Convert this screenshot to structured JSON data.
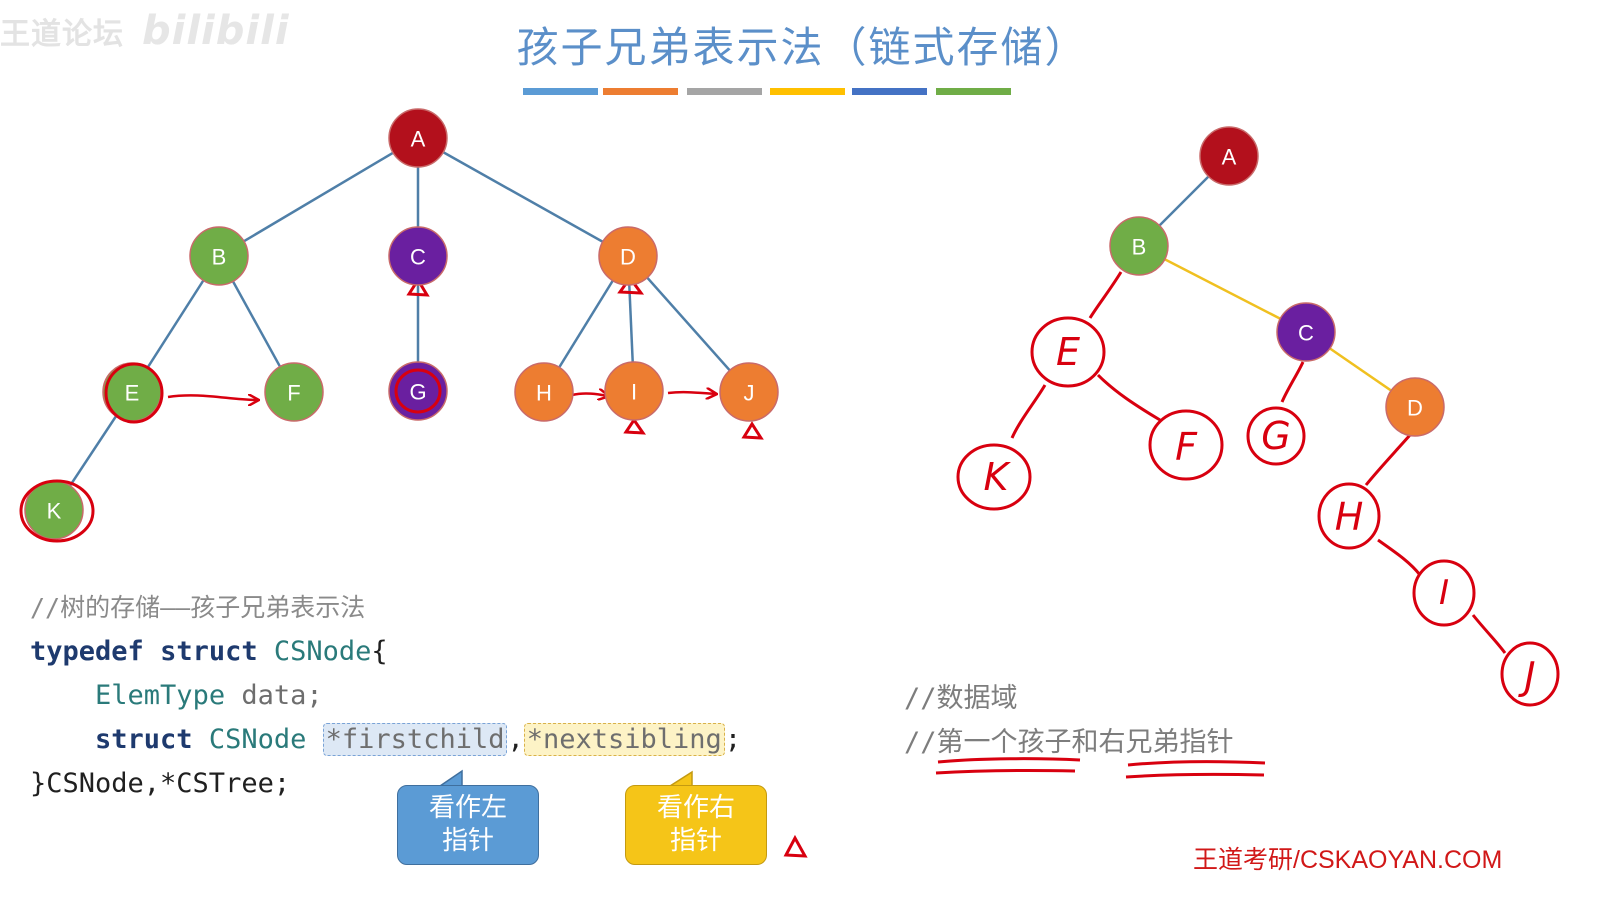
{
  "watermark": {
    "left": "王道论坛",
    "brand": "bilibili"
  },
  "title": "孩子兄弟表示法（链式存储）",
  "palette": [
    "#5b9bd5",
    "#ed7d31",
    "#a5a5a5",
    "#ffc000",
    "#4472c4",
    "#70ad47"
  ],
  "tree_left": {
    "nodes": [
      {
        "id": "A",
        "label": "A",
        "color": "#b3101c"
      },
      {
        "id": "B",
        "label": "B",
        "color": "#70ad47"
      },
      {
        "id": "C",
        "label": "C",
        "color": "#6a1fa0"
      },
      {
        "id": "D",
        "label": "D",
        "color": "#ed7d31"
      },
      {
        "id": "E",
        "label": "E",
        "color": "#70ad47"
      },
      {
        "id": "F",
        "label": "F",
        "color": "#70ad47"
      },
      {
        "id": "G",
        "label": "G",
        "color": "#6a1fa0"
      },
      {
        "id": "H",
        "label": "H",
        "color": "#ed7d31"
      },
      {
        "id": "I",
        "label": "I",
        "color": "#ed7d31"
      },
      {
        "id": "J",
        "label": "J",
        "color": "#ed7d31"
      },
      {
        "id": "K",
        "label": "K",
        "color": "#70ad47"
      }
    ],
    "edges": [
      [
        "A",
        "B"
      ],
      [
        "A",
        "C"
      ],
      [
        "A",
        "D"
      ],
      [
        "B",
        "E"
      ],
      [
        "B",
        "F"
      ],
      [
        "C",
        "G"
      ],
      [
        "D",
        "H"
      ],
      [
        "D",
        "I"
      ],
      [
        "D",
        "J"
      ],
      [
        "E",
        "K"
      ]
    ]
  },
  "tree_right": {
    "nodes": [
      {
        "id": "A",
        "label": "A",
        "color": "#b3101c"
      },
      {
        "id": "B",
        "label": "B",
        "color": "#70ad47"
      },
      {
        "id": "C",
        "label": "C",
        "color": "#6a1fa0"
      },
      {
        "id": "D",
        "label": "D",
        "color": "#ed7d31"
      }
    ],
    "handwritten": [
      "E",
      "F",
      "K",
      "G",
      "H",
      "I",
      "J"
    ]
  },
  "code": {
    "comment": "//树的存储——孩子兄弟表示法",
    "kw_typedef": "typedef",
    "kw_struct": "struct",
    "type_name": "CSNode",
    "brace_open": "{",
    "elem_type": "ElemType",
    "data_field": "data;",
    "first_child": "*firstchild",
    "comma": ",",
    "next_sibling": "*nextsibling",
    "semicolon": ";",
    "closing": "}CSNode,*CSTree;"
  },
  "comments_right": {
    "line1": "//数据域",
    "line2": "//第一个孩子和右兄弟指针"
  },
  "callouts": {
    "left": {
      "line1": "看作左",
      "line2": "指针",
      "color": "#5b9bd5"
    },
    "right": {
      "line1": "看作右",
      "line2": "指针",
      "color": "#f5c518"
    }
  },
  "footer": "王道考研/CSKAOYAN.COM"
}
